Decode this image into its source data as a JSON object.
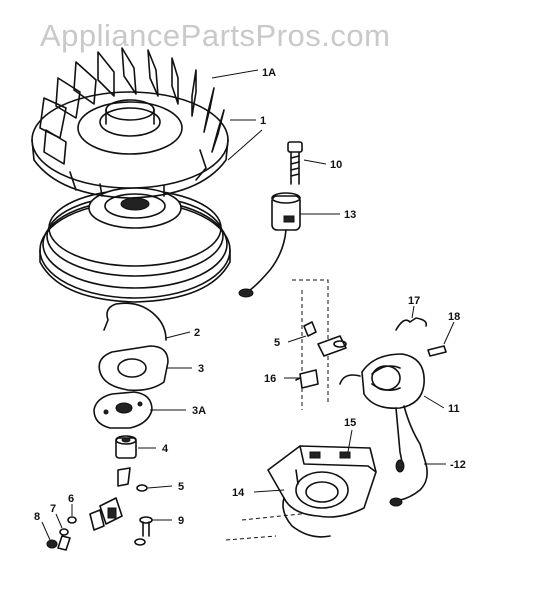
{
  "watermark": "AppliancePartsPros.com",
  "parts": [
    {
      "id": "1A",
      "text": "1A"
    },
    {
      "id": "1",
      "text": "1"
    },
    {
      "id": "10",
      "text": "10"
    },
    {
      "id": "13",
      "text": "13"
    },
    {
      "id": "2",
      "text": "2"
    },
    {
      "id": "3",
      "text": "3"
    },
    {
      "id": "3A",
      "text": "3A"
    },
    {
      "id": "4",
      "text": "4"
    },
    {
      "id": "5a",
      "text": "5"
    },
    {
      "id": "5b",
      "text": "5"
    },
    {
      "id": "6",
      "text": "6"
    },
    {
      "id": "7",
      "text": "7"
    },
    {
      "id": "8",
      "text": "8"
    },
    {
      "id": "9",
      "text": "9"
    },
    {
      "id": "14",
      "text": "14"
    },
    {
      "id": "15",
      "text": "15"
    },
    {
      "id": "16",
      "text": "16"
    },
    {
      "id": "17",
      "text": "17"
    },
    {
      "id": "18",
      "text": "18"
    },
    {
      "id": "11",
      "text": "11"
    },
    {
      "id": "12",
      "text": "-12"
    }
  ]
}
